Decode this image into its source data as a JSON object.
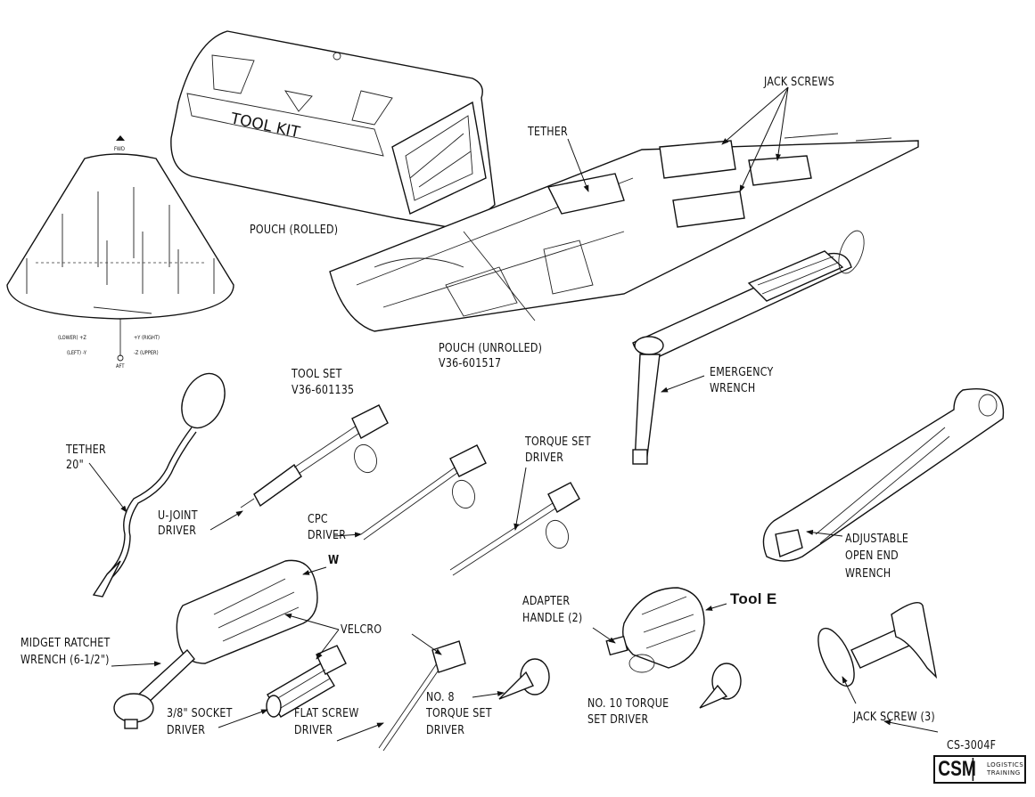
{
  "figure": {
    "document_id": "CS-3004F",
    "logo": {
      "mark": "CSM",
      "line1": "LOGISTICS",
      "line2": "TRAINING"
    }
  },
  "spacecraft": {
    "fwd": "FWD",
    "aft": "AFT",
    "axis_left_1": "(LOWER) +Z",
    "axis_left_2": "(LEFT) -Y",
    "axis_right_1": "+Y (RIGHT)",
    "axis_right_2": "-Z (UPPER)"
  },
  "pouch_rolled": {
    "label": "POUCH (ROLLED)",
    "stencil": "TOOL KIT"
  },
  "pouch_unrolled": {
    "line1": "POUCH (UNROLLED)",
    "line2": "V36-601517"
  },
  "callouts": {
    "jack_screws": "JACK SCREWS",
    "tether_top": "TETHER",
    "emergency_wrench": [
      "EMERGENCY",
      "WRENCH"
    ],
    "tool_set": [
      "TOOL SET",
      "V36-601135"
    ],
    "tether_20": [
      "TETHER",
      "20\""
    ],
    "u_joint_driver": [
      "U-JOINT",
      "DRIVER"
    ],
    "cpc_driver": [
      "CPC",
      "DRIVER"
    ],
    "torque_set_driver": [
      "TORQUE SET",
      "DRIVER"
    ],
    "adjustable_wrench": [
      "ADJUSTABLE",
      "OPEN END",
      "WRENCH"
    ],
    "w_mark": "W",
    "midget_ratchet": [
      "MIDGET RATCHET",
      "WRENCH (6-1/2\")"
    ],
    "velcro": "VELCRO",
    "socket_driver": [
      "3/8\" SOCKET",
      "DRIVER"
    ],
    "flat_screw_driver": [
      "FLAT SCREW",
      "DRIVER"
    ],
    "no8_driver": [
      "NO. 8",
      "TORQUE SET",
      "DRIVER"
    ],
    "adapter_handle": [
      "ADAPTER",
      "HANDLE (2)"
    ],
    "tool_e": "Tool E",
    "no10_driver": [
      "NO. 10 TORQUE",
      "SET DRIVER"
    ],
    "jack_screw_3": "JACK SCREW (3)"
  }
}
